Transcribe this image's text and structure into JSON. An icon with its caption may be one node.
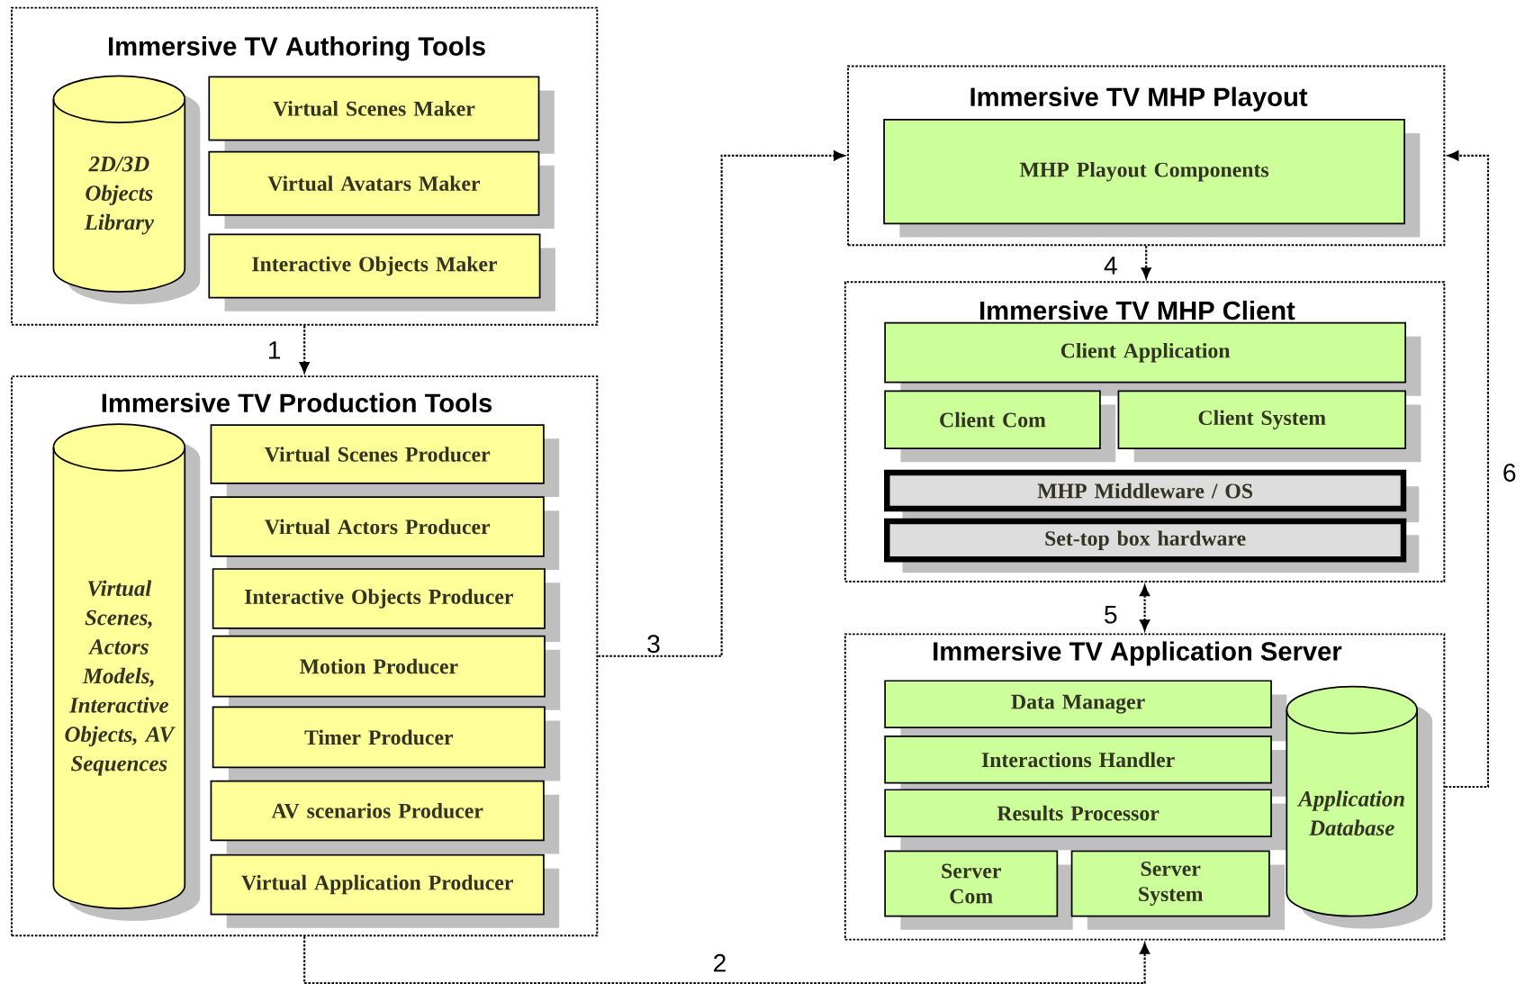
{
  "diagram": {
    "nodes": [
      {
        "text": [
          "Immersive TV Authoring Tools"
        ]
      },
      {
        "text": [
          "2D/3D Objects Library"
        ],
        "in": 0
      },
      {
        "text": [
          "Virtual Scenes Maker"
        ],
        "in": 0
      },
      {
        "text": [
          "Virtual Avatars Maker"
        ],
        "in": 0
      },
      {
        "text": [
          "Interactive Objects Maker"
        ],
        "in": 0
      },
      {
        "text": [
          "Immersive TV Production Tools"
        ]
      },
      {
        "text": [
          "Virtual Scenes, Actors Models, Interactive Objects, AV Sequences"
        ],
        "in": 5
      },
      {
        "text": [
          "Virtual Scenes Producer"
        ],
        "in": 5
      },
      {
        "text": [
          "Virtual Actors Producer"
        ],
        "in": 5
      },
      {
        "text": [
          "Interactive Objects Producer"
        ],
        "in": 5
      },
      {
        "text": [
          "Motion Producer"
        ],
        "in": 5
      },
      {
        "text": [
          "Timer Producer"
        ],
        "in": 5
      },
      {
        "text": [
          "AV scenarios Producer"
        ],
        "in": 5
      },
      {
        "text": [
          "Virtual Application Producer"
        ],
        "in": 5
      },
      {
        "text": [
          "Immersive TV MHP Playout"
        ]
      },
      {
        "text": [
          "MHP Playout Components"
        ],
        "in": 14
      },
      {
        "text": [
          "Immersive TV MHP Client"
        ]
      },
      {
        "text": [
          "Client Application"
        ],
        "in": 16
      },
      {
        "text": [
          "Client Com"
        ],
        "in": 16
      },
      {
        "text": [
          "Client System"
        ],
        "in": 16
      },
      {
        "text": [
          "MHP Middleware / OS"
        ],
        "in": 16
      },
      {
        "text": [
          "Set-top box hardware"
        ],
        "in": 16
      },
      {
        "text": [
          "Immersive TV Application Server"
        ]
      },
      {
        "text": [
          "Data Manager"
        ],
        "in": 22
      },
      {
        "text": [
          "Interactions Handler"
        ],
        "in": 22
      },
      {
        "text": [
          "Results Processor"
        ],
        "in": 22
      },
      {
        "text": [
          "Server Com"
        ],
        "in": 22
      },
      {
        "text": [
          "Server System"
        ],
        "in": 22
      },
      {
        "text": [
          "Application Database"
        ],
        "in": 22
      }
    ],
    "edges": [
      {
        "from": 0,
        "to": 5,
        "arrow": "to",
        "label": "1",
        "style": "dashed"
      },
      {
        "from": 5,
        "to": 22,
        "arrow": "to",
        "label": "2",
        "style": "dashed"
      },
      {
        "from": 5,
        "to": 14,
        "arrow": "to",
        "label": "3",
        "style": "dashed"
      },
      {
        "from": 14,
        "to": 16,
        "arrow": "to",
        "label": "4",
        "style": "dashed"
      },
      {
        "from": 16,
        "to": 22,
        "arrow": "both",
        "label": "5",
        "style": "dashed"
      },
      {
        "from": 22,
        "to": 14,
        "arrow": "to",
        "label": "6",
        "style": "dashed"
      }
    ]
  }
}
